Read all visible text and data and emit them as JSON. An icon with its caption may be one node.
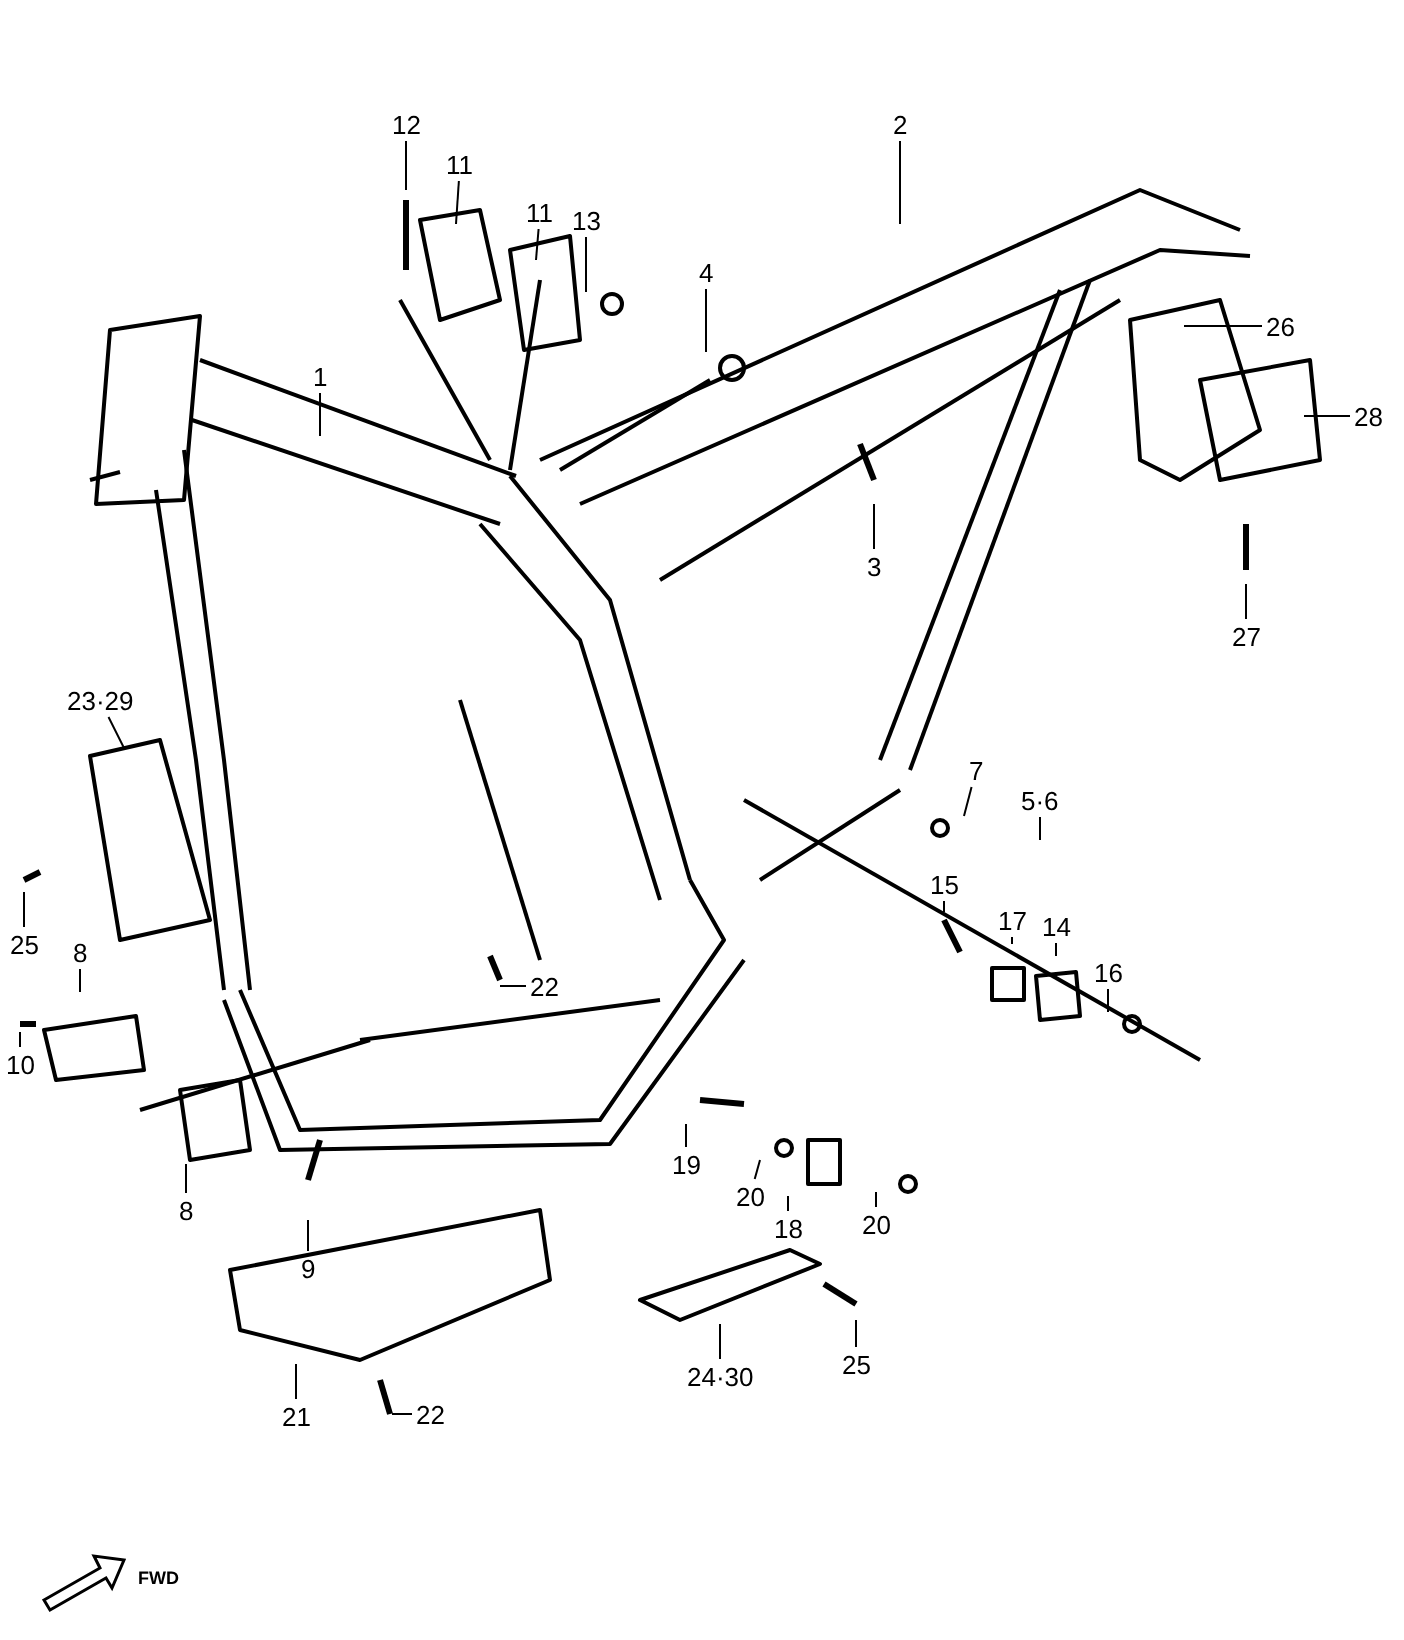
{
  "diagram": {
    "nodes": [
      {
        "text": [
          "12"
        ]
      },
      {
        "text": [
          "11"
        ]
      },
      {
        "text": [
          "11"
        ]
      },
      {
        "text": [
          "13"
        ]
      },
      {
        "text": [
          "2"
        ]
      },
      {
        "text": [
          "4"
        ]
      },
      {
        "text": [
          "26"
        ]
      },
      {
        "text": [
          "1"
        ]
      },
      {
        "text": [
          "28"
        ]
      },
      {
        "text": [
          "3"
        ]
      },
      {
        "text": [
          "27"
        ]
      },
      {
        "text": [
          "23·29"
        ]
      },
      {
        "text": [
          "7"
        ]
      },
      {
        "text": [
          "5·6"
        ]
      },
      {
        "text": [
          "25"
        ]
      },
      {
        "text": [
          "8"
        ]
      },
      {
        "text": [
          "15"
        ]
      },
      {
        "text": [
          "17"
        ]
      },
      {
        "text": [
          "14"
        ]
      },
      {
        "text": [
          "16"
        ]
      },
      {
        "text": [
          "22"
        ]
      },
      {
        "text": [
          "10"
        ]
      },
      {
        "text": [
          "8"
        ]
      },
      {
        "text": [
          "19"
        ]
      },
      {
        "text": [
          "20"
        ]
      },
      {
        "text": [
          "18"
        ]
      },
      {
        "text": [
          "20"
        ]
      },
      {
        "text": [
          "9"
        ]
      },
      {
        "text": [
          "25"
        ]
      },
      {
        "text": [
          "24·30"
        ]
      },
      {
        "text": [
          "21"
        ]
      },
      {
        "text": [
          "22"
        ]
      }
    ],
    "edges": [
      {
        "from": 0,
        "to": null,
        "arrow": "none"
      },
      {
        "from": 1,
        "to": null,
        "arrow": "none"
      },
      {
        "from": 2,
        "to": null,
        "arrow": "none"
      },
      {
        "from": 3,
        "to": null,
        "arrow": "none"
      },
      {
        "from": 4,
        "to": null,
        "arrow": "none"
      },
      {
        "from": 5,
        "to": null,
        "arrow": "none"
      },
      {
        "from": 6,
        "to": null,
        "arrow": "none"
      },
      {
        "from": 7,
        "to": null,
        "arrow": "none"
      },
      {
        "from": 8,
        "to": null,
        "arrow": "none"
      },
      {
        "from": 9,
        "to": null,
        "arrow": "none"
      },
      {
        "from": 10,
        "to": null,
        "arrow": "none"
      },
      {
        "from": 11,
        "to": null,
        "arrow": "none"
      },
      {
        "from": 12,
        "to": null,
        "arrow": "none"
      },
      {
        "from": 13,
        "to": null,
        "arrow": "none"
      },
      {
        "from": 14,
        "to": null,
        "arrow": "none"
      },
      {
        "from": 15,
        "to": null,
        "arrow": "none"
      },
      {
        "from": 16,
        "to": null,
        "arrow": "none"
      },
      {
        "from": 17,
        "to": null,
        "arrow": "none"
      },
      {
        "from": 18,
        "to": null,
        "arrow": "none"
      },
      {
        "from": 19,
        "to": null,
        "arrow": "none"
      },
      {
        "from": 20,
        "to": null,
        "arrow": "none"
      },
      {
        "from": 21,
        "to": null,
        "arrow": "none"
      },
      {
        "from": 22,
        "to": null,
        "arrow": "none"
      },
      {
        "from": 23,
        "to": null,
        "arrow": "none"
      },
      {
        "from": 24,
        "to": null,
        "arrow": "none"
      },
      {
        "from": 25,
        "to": null,
        "arrow": "none"
      },
      {
        "from": 26,
        "to": null,
        "arrow": "none"
      },
      {
        "from": 27,
        "to": null,
        "arrow": "none"
      },
      {
        "from": 28,
        "to": null,
        "arrow": "none"
      },
      {
        "from": 29,
        "to": null,
        "arrow": "none"
      },
      {
        "from": 30,
        "to": null,
        "arrow": "none"
      },
      {
        "from": 31,
        "to": null,
        "arrow": "none"
      }
    ],
    "labels": [
      "FWD"
    ]
  }
}
